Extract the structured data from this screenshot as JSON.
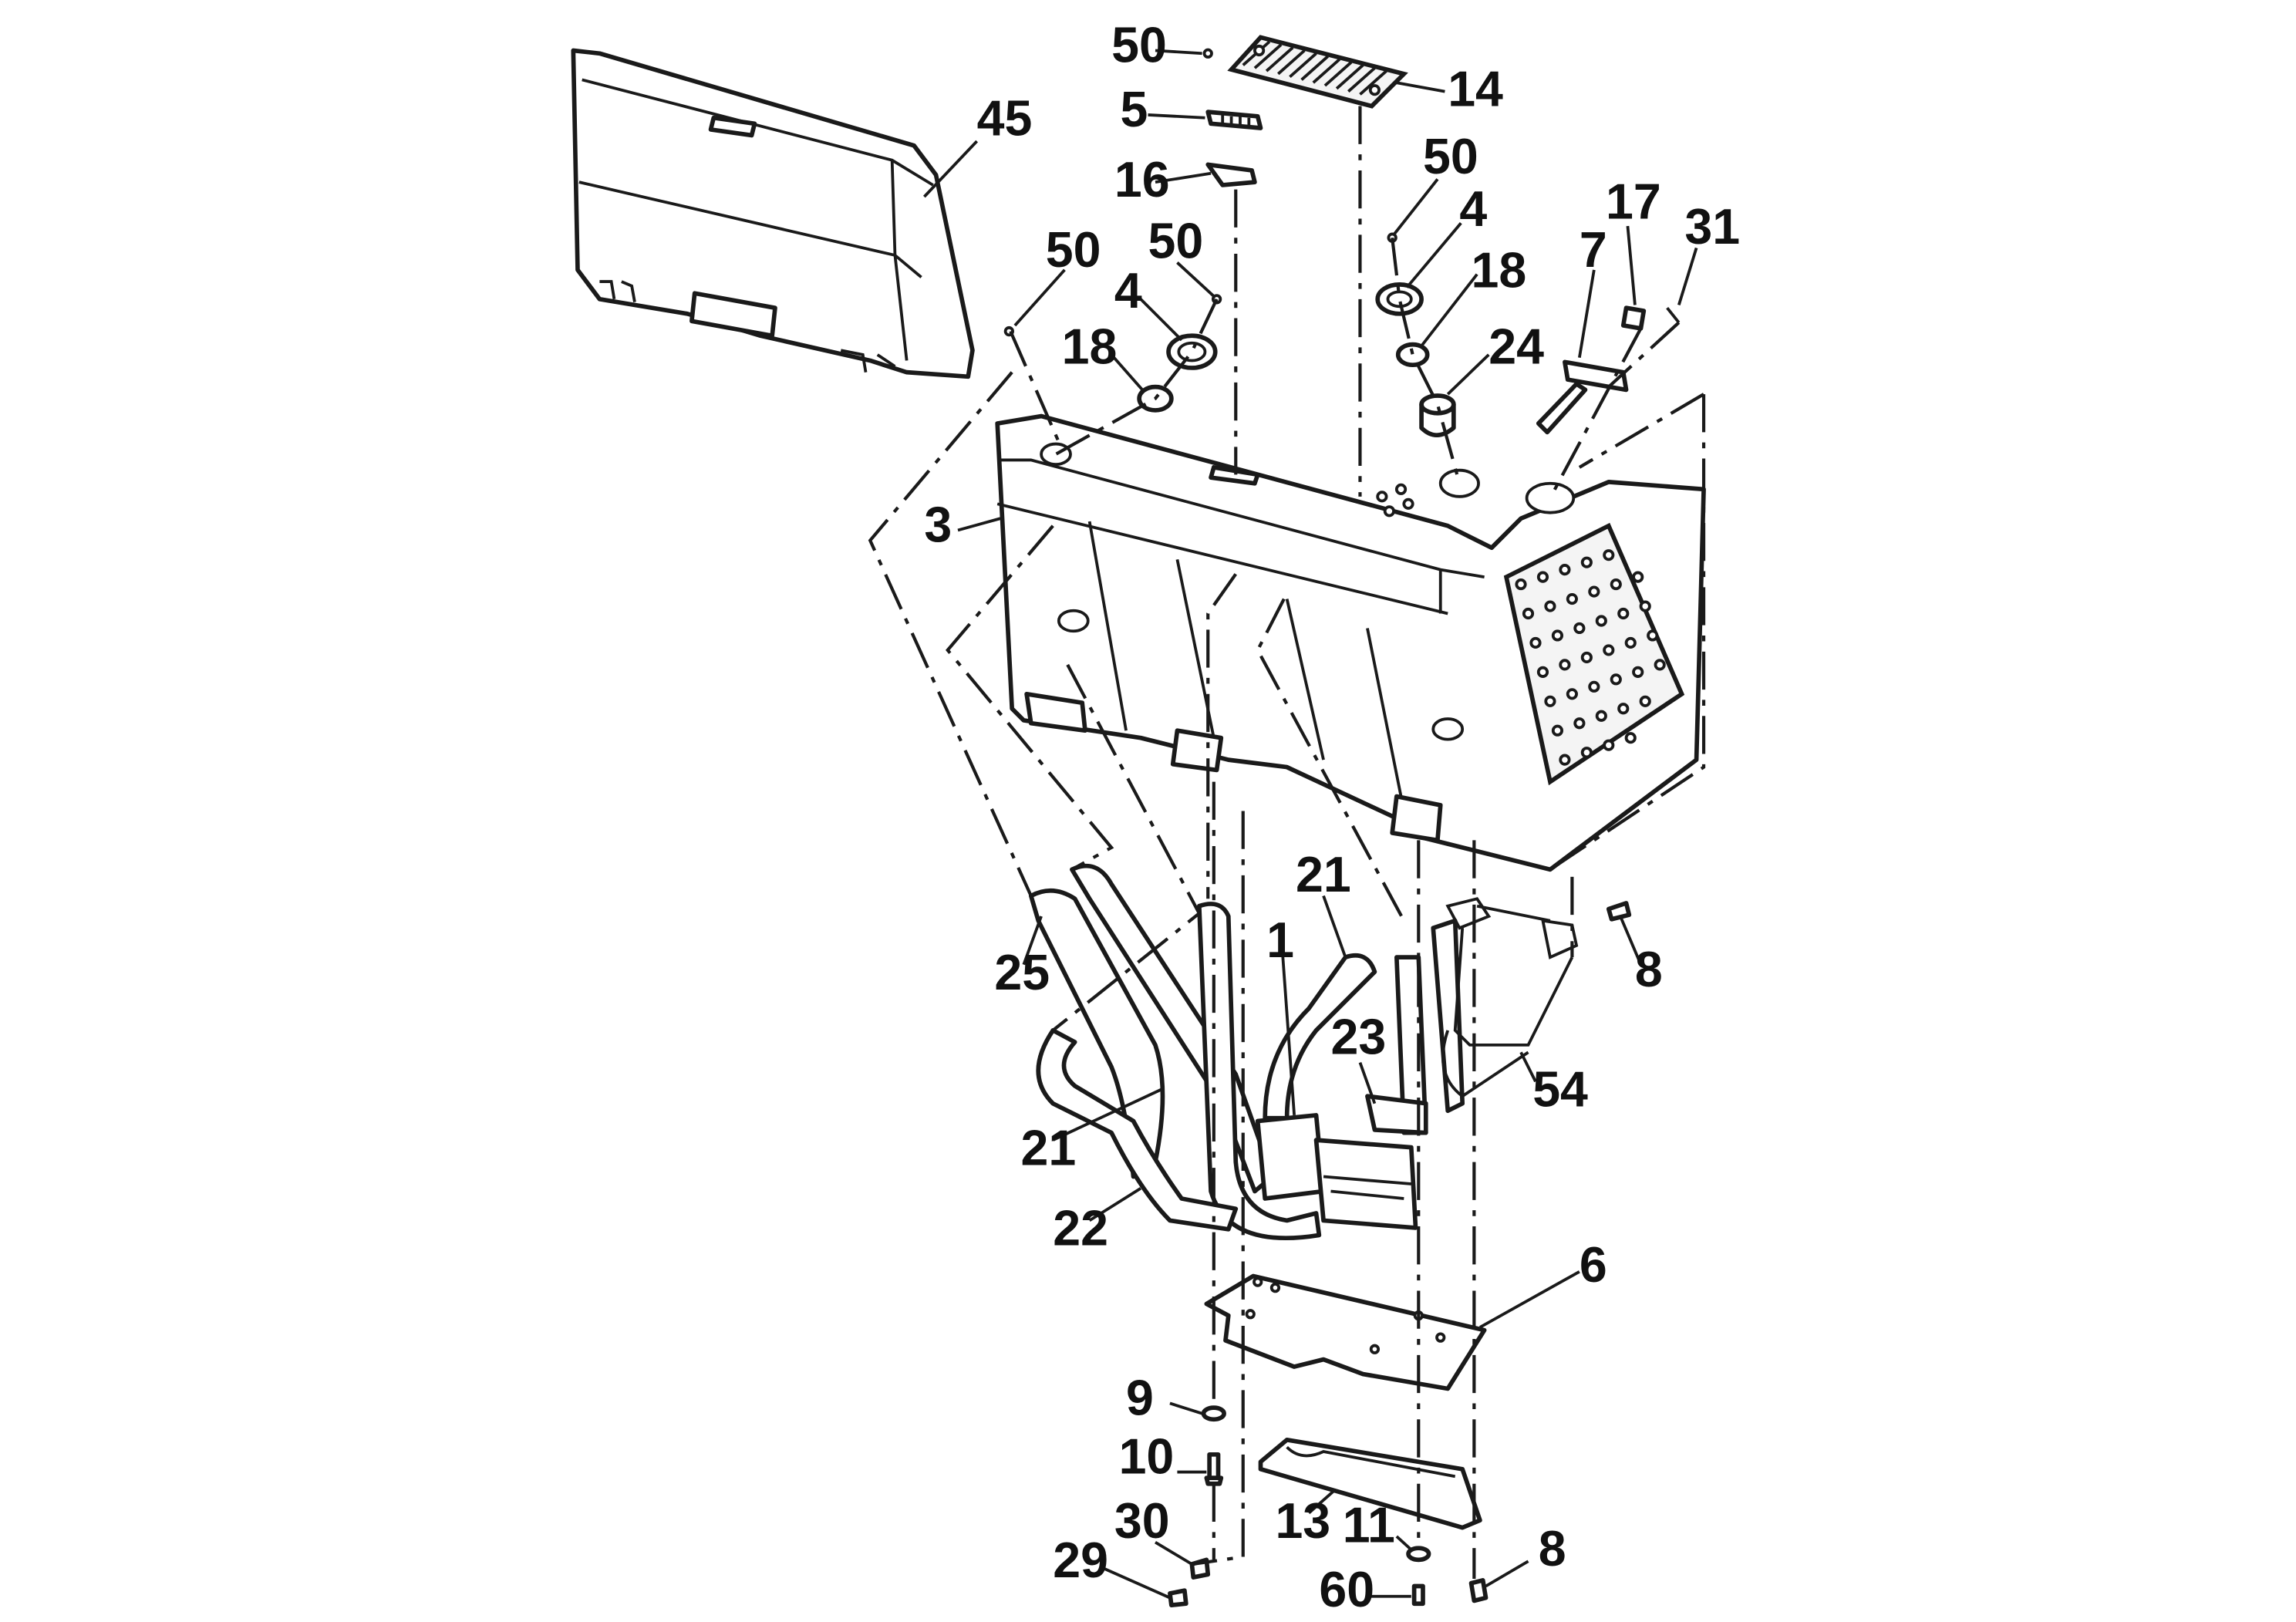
{
  "diagram": {
    "callouts": [
      {
        "id": "c50a",
        "text": "50"
      },
      {
        "id": "c14",
        "text": "14"
      },
      {
        "id": "c5",
        "text": "5"
      },
      {
        "id": "c45",
        "text": "45"
      },
      {
        "id": "c16",
        "text": "16"
      },
      {
        "id": "c50b",
        "text": "50"
      },
      {
        "id": "c4a",
        "text": "4"
      },
      {
        "id": "c17",
        "text": "17"
      },
      {
        "id": "c31",
        "text": "31"
      },
      {
        "id": "c50c",
        "text": "50"
      },
      {
        "id": "c50d",
        "text": "50"
      },
      {
        "id": "c7",
        "text": "7"
      },
      {
        "id": "c18a",
        "text": "18"
      },
      {
        "id": "c4b",
        "text": "4"
      },
      {
        "id": "c24",
        "text": "24"
      },
      {
        "id": "c18b",
        "text": "18"
      },
      {
        "id": "c3",
        "text": "3"
      },
      {
        "id": "c21a",
        "text": "21"
      },
      {
        "id": "c1",
        "text": "1"
      },
      {
        "id": "c8a",
        "text": "8"
      },
      {
        "id": "c25",
        "text": "25"
      },
      {
        "id": "c23",
        "text": "23"
      },
      {
        "id": "c54",
        "text": "54"
      },
      {
        "id": "c21b",
        "text": "21"
      },
      {
        "id": "c22",
        "text": "22"
      },
      {
        "id": "c6",
        "text": "6"
      },
      {
        "id": "c9",
        "text": "9"
      },
      {
        "id": "c10",
        "text": "10"
      },
      {
        "id": "c13",
        "text": "13"
      },
      {
        "id": "c11",
        "text": "11"
      },
      {
        "id": "c30",
        "text": "30"
      },
      {
        "id": "c8b",
        "text": "8"
      },
      {
        "id": "c29",
        "text": "29"
      },
      {
        "id": "c60",
        "text": "60"
      }
    ]
  }
}
